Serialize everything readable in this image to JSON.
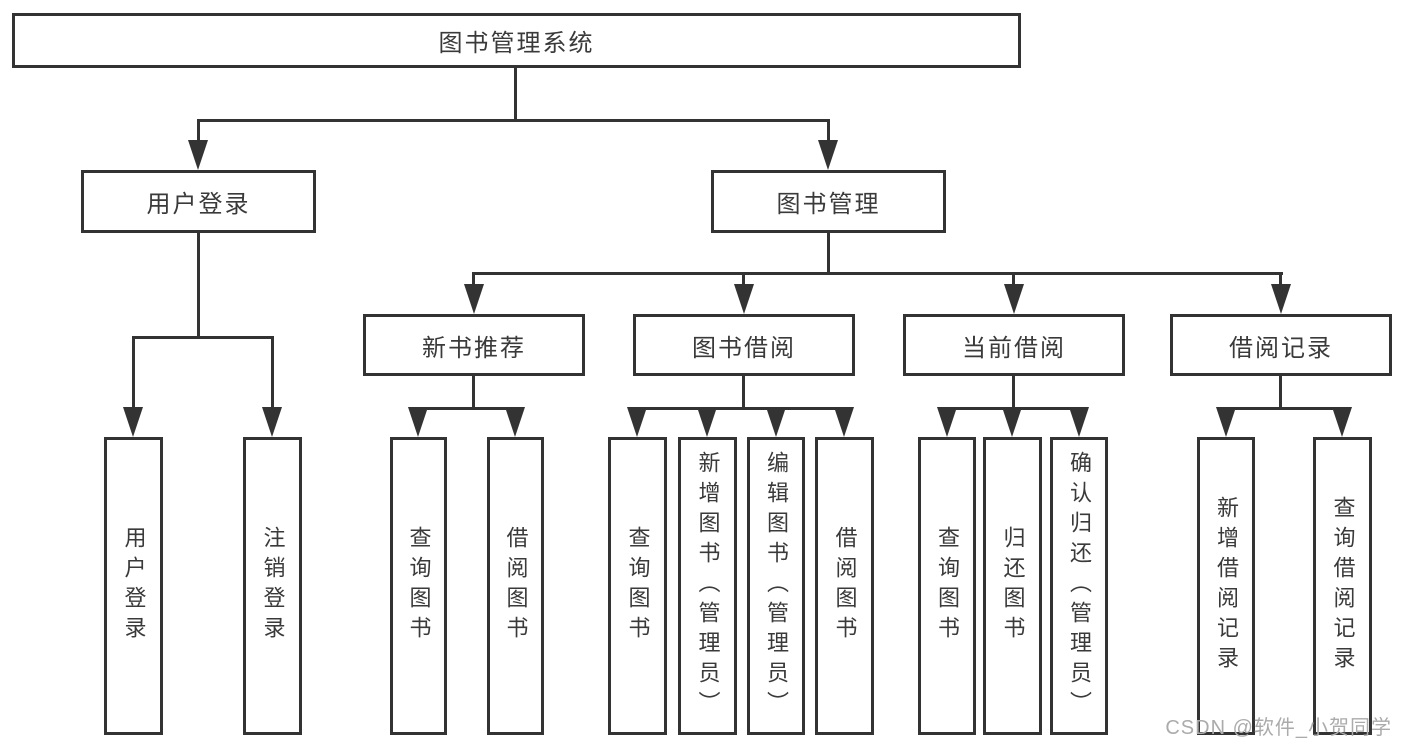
{
  "nodes": {
    "root": {
      "label": "图书管理系统"
    },
    "level2": [
      {
        "label": "用户登录"
      },
      {
        "label": "图书管理"
      }
    ],
    "level3": [
      {
        "label": "新书推荐"
      },
      {
        "label": "图书借阅"
      },
      {
        "label": "当前借阅"
      },
      {
        "label": "借阅记录"
      }
    ],
    "leaves_user_login": [
      {
        "label": "用户登录"
      },
      {
        "label": "注销登录"
      }
    ],
    "leaves_new_book": [
      {
        "label": "查询图书"
      },
      {
        "label": "借阅图书"
      }
    ],
    "leaves_book_borrow": [
      {
        "label": "查询图书"
      },
      {
        "label": "新增图书（管理员）"
      },
      {
        "label": "编辑图书（管理员）"
      },
      {
        "label": "借阅图书"
      }
    ],
    "leaves_current_borrow": [
      {
        "label": "查询图书"
      },
      {
        "label": "归还图书"
      },
      {
        "label": "确认归还（管理员）"
      }
    ],
    "leaves_borrow_records": [
      {
        "label": "新增借阅记录"
      },
      {
        "label": "查询借阅记录"
      }
    ]
  },
  "watermark": {
    "text": "CSDN @软件_小贺同学"
  },
  "colors": {
    "line": "#333333",
    "box_border": "#333333",
    "text": "#3a3a3a",
    "background": "#ffffff",
    "watermark": "#ababab"
  }
}
